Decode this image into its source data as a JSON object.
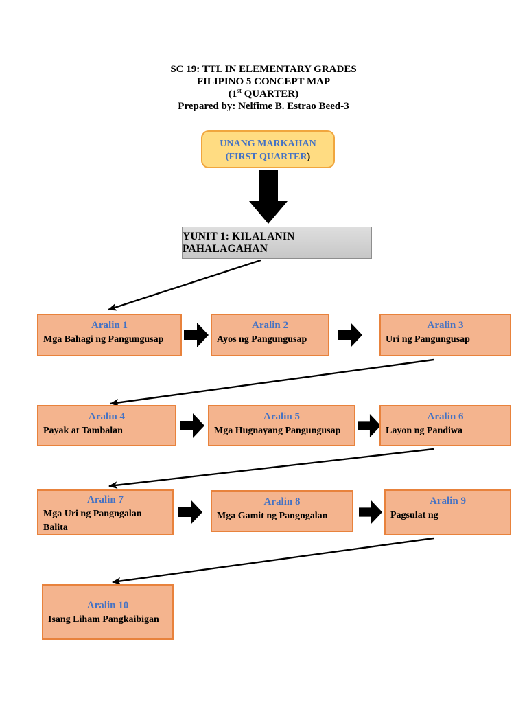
{
  "header": {
    "line1": "SC 19: TTL IN ELEMENTARY GRADES",
    "line2": "FILIPINO 5 CONCEPT MAP",
    "line3_prefix": "(1",
    "line3_sup": "st",
    "line3_suffix": " QUARTER)",
    "line4": "Prepared by: Nelfime B. Estrao Beed-3"
  },
  "quarter_box": {
    "line1": "UNANG MARKAHAN",
    "line2_main": "(FIRST QUARTER",
    "line2_paren": ")"
  },
  "unit_box": {
    "label": "YUNIT 1: KILALANIN PAHALAGAHAN"
  },
  "lessons": [
    {
      "title": "Aralin 1",
      "body": [
        "Mga Bahagi ng Pangungusap"
      ]
    },
    {
      "title": "Aralin 2",
      "body": [
        "Ayos ng Pangungusap"
      ]
    },
    {
      "title": "Aralin 3",
      "body": [
        "Uri ng Pangungusap"
      ]
    },
    {
      "title": "Aralin 4",
      "body": [
        "Payak at Tambalan"
      ]
    },
    {
      "title": "Aralin 5",
      "body": [
        "Mga Hugnayang Pangungusap"
      ]
    },
    {
      "title": "Aralin 6",
      "body": [
        "Layon ng Pandiwa"
      ]
    },
    {
      "title": "Aralin 7",
      "body": [
        "Mga Uri ng Pangngalan",
        "Balita"
      ]
    },
    {
      "title": "Aralin 8",
      "body": [
        "Mga Gamit ng Pangngalan"
      ]
    },
    {
      "title": "Aralin 9",
      "body": [
        "Pagsulat ng"
      ]
    },
    {
      "title": "Aralin 10",
      "body": [
        "Isang Liham Pangkaibigan"
      ]
    }
  ],
  "colors": {
    "lesson_fill": "#F4B48E",
    "lesson_border": "#E8823C",
    "quarter_fill": "#FFDC82",
    "quarter_border": "#F0A63E",
    "unit_fill": "#D2D2D2",
    "unit_border": "#8E8E8E",
    "accent_blue": "#4472C4",
    "arrow_black": "#000000"
  }
}
